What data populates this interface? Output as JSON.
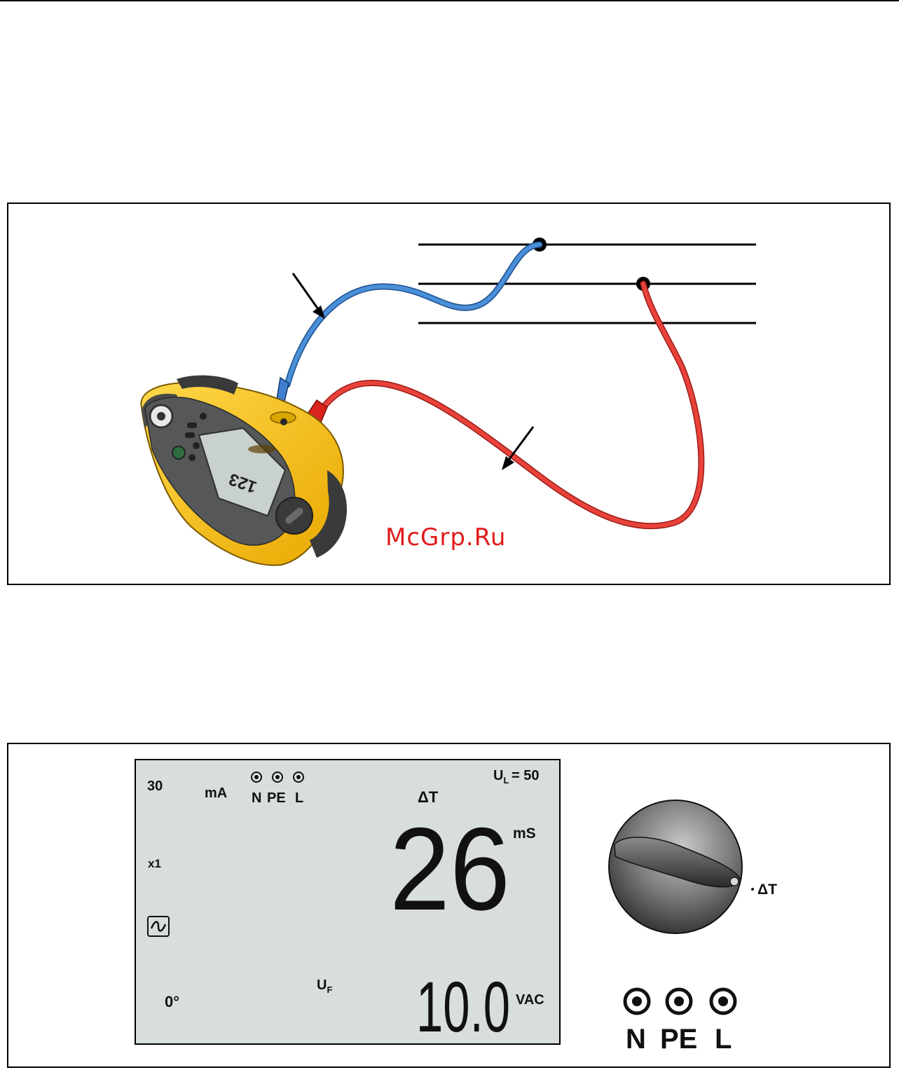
{
  "watermark": "McGrp.Ru",
  "meter_display_small": "123",
  "lcd": {
    "current_rating": "30",
    "current_unit": "mA",
    "terminals": [
      "N",
      "PE",
      "L"
    ],
    "ul_label_main": "U",
    "ul_label_sub": "L",
    "ul_value": "= 50",
    "delta_t": "ΔT",
    "multiplier": "x1",
    "phase": "0°",
    "uf_label_main": "U",
    "uf_label_sub": "F",
    "main_reading": "26",
    "main_unit": "mS",
    "secondary_reading": "10.0",
    "secondary_unit": "VAC"
  },
  "rotary_switch": {
    "position_label": "ΔT"
  },
  "terminal_panel": {
    "labels": [
      "N",
      "PE",
      "L"
    ]
  },
  "colors": {
    "lcd_background": "#d8dedb",
    "meter_body": "#f6c21a",
    "probe_blue": "#4a8fd8",
    "probe_red": "#e8423a",
    "watermark": "#e01b1b"
  }
}
